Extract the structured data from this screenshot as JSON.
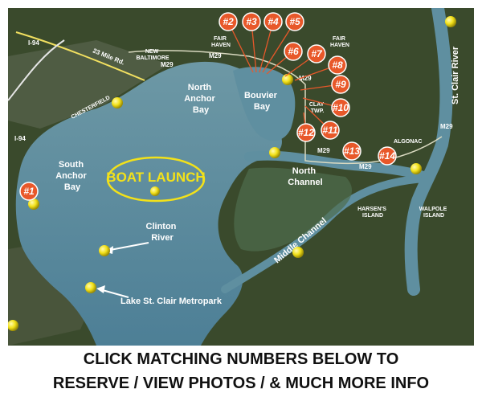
{
  "labels": {
    "north_anchor_bay": [
      "North",
      "Anchor",
      "Bay"
    ],
    "south_anchor_bay": [
      "South",
      "Anchor",
      "Bay"
    ],
    "bouvier_bay": [
      "Bouvier",
      "Bay"
    ],
    "boat_launch": "BOAT LAUNCH",
    "clinton_river": [
      "Clinton",
      "River"
    ],
    "metropark": "Lake St. Clair Metropark",
    "north_channel": [
      "North",
      "Channel"
    ],
    "middle_channel": "Middle Channel",
    "st_clair_river": "St. Clair River",
    "road_23_mile": "23 Mile Rd.",
    "i94_top": "I-94",
    "i94_left": "I-94",
    "m29": "M29",
    "new_baltimore": [
      "NEW",
      "BALTIMORE"
    ],
    "fair_haven_left": [
      "FAIR",
      "HAVEN"
    ],
    "fair_haven_right": [
      "FAIR",
      "HAVEN"
    ],
    "chesterfield": "CHESTERFIELD",
    "clay_twp": [
      "CLAY",
      "TWP."
    ],
    "algonac": "ALGONAC",
    "harsens_island": [
      "HARSEN'S",
      "ISLAND"
    ],
    "walpole_island": [
      "WALPOLE",
      "ISLAND"
    ]
  },
  "markers": [
    "#1",
    "#2",
    "#3",
    "#4",
    "#5",
    "#6",
    "#7",
    "#8",
    "#9",
    "#10",
    "#11",
    "#12",
    "#13",
    "#14"
  ],
  "caption": {
    "line1": "CLICK MATCHING NUMBERS BELOW TO",
    "line2": "RESERVE / VIEW PHOTOS / & MUCH MORE INFO"
  },
  "colors": {
    "water": "#5f8fa0",
    "land": "#3b4a2c",
    "marker": "#e8582a",
    "ball": "#f2e11a"
  }
}
